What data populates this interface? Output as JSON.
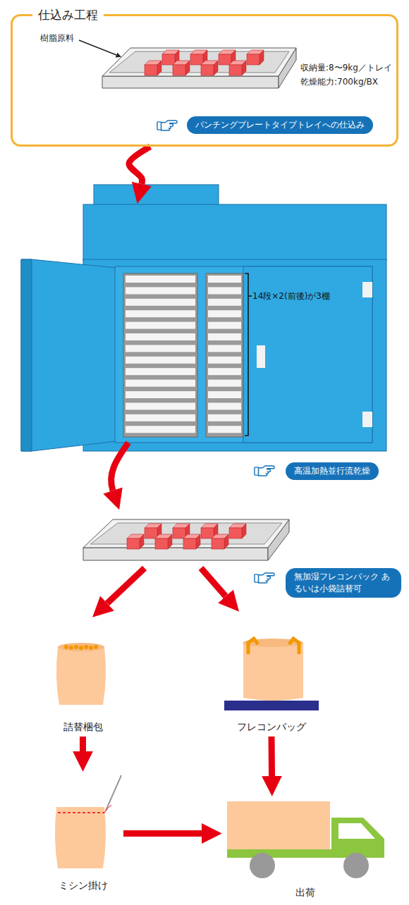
{
  "diagram": {
    "nodes": [
      {
        "text": [
          "仕込み工程"
        ]
      },
      {
        "text": [
          "パンチングプレートタイプトレイへの仕込み"
        ],
        "in": 0
      },
      {
        "text": [
          "14段×2(前後)が3棚"
        ]
      },
      {
        "text": [
          "高温加熱並行流乾燥"
        ]
      },
      {
        "text": [
          "無加湿フレコンバック あるいは小袋詰替可"
        ]
      },
      {
        "text": [
          "詰替梱包"
        ]
      },
      {
        "text": [
          "フレコンバッグ"
        ]
      },
      {
        "text": [
          "ミシン掛け"
        ]
      },
      {
        "text": [
          "出荷"
        ]
      }
    ],
    "edges": [
      {
        "from": 0,
        "to": 2,
        "arrow": "to"
      },
      {
        "from": 5,
        "to": 7,
        "arrow": "to"
      },
      {
        "from": 6,
        "to": 8,
        "arrow": "to"
      },
      {
        "from": 7,
        "to": 8,
        "arrow": "to"
      }
    ],
    "labels": [
      "樹脂原料",
      "収納量:8〜9kg／トレイ",
      "乾燥能力:700kg/BX"
    ]
  }
}
